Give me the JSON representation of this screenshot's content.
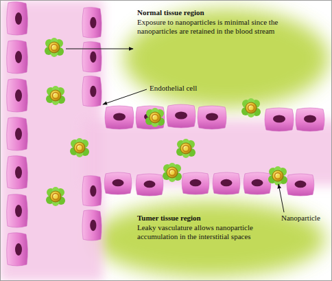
{
  "diagram": {
    "labels": [
      "Normal tissue region",
      "Exposure to nanoparticles is minimal since the nanoparticles are retained in the blood stream",
      "Endothelial cell",
      "Tumer tissue region",
      "Leaky vasculature allows nanoparticle accumulation in the interstitial spaces",
      "Nanoparticle"
    ]
  }
}
